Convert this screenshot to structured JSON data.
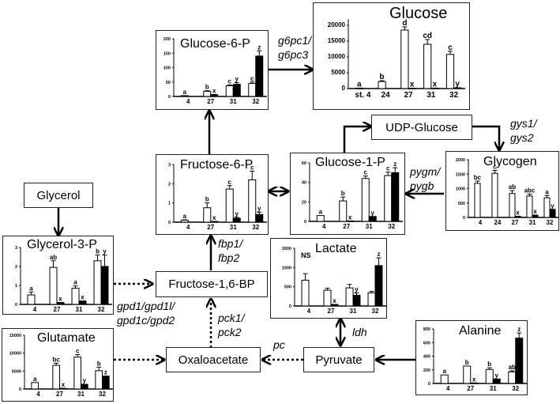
{
  "nodes": {
    "glycerol": "Glycerol",
    "udp_glucose": "UDP-Glucose",
    "fructose_16_bp": "Fructose-1,6-BP",
    "oxaloacetate": "Oxaloacetate",
    "pyruvate": "Pyruvate"
  },
  "enzymes": {
    "g6pc": [
      "g6pc1/",
      "g6pc3"
    ],
    "gys": [
      "gys1/",
      "gys2"
    ],
    "pyg": [
      "pygm/",
      "pygb"
    ],
    "fbp": [
      "fbp1/",
      "fbp2"
    ],
    "gpd": [
      "gpd1/gpd1l/",
      "gpd1c/gpd2"
    ],
    "pck": [
      "pck1/",
      "pck2"
    ],
    "pc": "pc",
    "ldh": "ldh"
  },
  "chart_data": [
    {
      "id": "glucose",
      "type": "bar",
      "title": "Glucose",
      "categories": [
        "st. 4",
        "24",
        "27",
        "31",
        "32"
      ],
      "ylim": [
        0,
        22000
      ],
      "yticks": [
        0,
        5000,
        10000,
        15000,
        20000
      ],
      "series": [
        {
          "name": "white",
          "values": [
            150,
            2200,
            18500,
            14000,
            10800
          ],
          "errors": [
            0,
            300,
            1000,
            1500,
            1000
          ]
        },
        {
          "name": "black",
          "values": [
            null,
            null,
            100,
            150,
            250
          ],
          "errors": [
            0,
            0,
            0,
            0,
            0
          ]
        }
      ],
      "letters_white": [
        "a",
        "b",
        "d",
        "cd",
        "c"
      ],
      "letters_black": [
        "",
        "",
        "x",
        "x",
        "y"
      ]
    },
    {
      "id": "g6p",
      "type": "bar",
      "title": "Glucose-6-P",
      "categories": [
        "4",
        "27",
        "31",
        "32"
      ],
      "ylim": [
        0,
        200
      ],
      "yticks": [
        0,
        50,
        100,
        150,
        200
      ],
      "series": [
        {
          "name": "white",
          "values": [
            3,
            18,
            37,
            45
          ],
          "errors": [
            0,
            2,
            3,
            5
          ]
        },
        {
          "name": "black",
          "values": [
            null,
            6,
            42,
            140
          ],
          "errors": [
            0,
            1,
            6,
            18
          ]
        }
      ],
      "letters_white": [
        "a",
        "b",
        "c",
        "c"
      ],
      "letters_black": [
        "",
        "x",
        "y",
        "z"
      ]
    },
    {
      "id": "f6p",
      "type": "bar",
      "title": "Fructose-6-P",
      "categories": [
        "4",
        "27",
        "31",
        "32"
      ],
      "ylim": [
        0,
        3
      ],
      "yticks": [
        0,
        1,
        2,
        3
      ],
      "series": [
        {
          "name": "white",
          "values": [
            0.1,
            0.75,
            1.72,
            2.2
          ],
          "errors": [
            0.02,
            0.25,
            0.18,
            0.45
          ]
        },
        {
          "name": "black",
          "values": [
            null,
            0.04,
            0.2,
            0.4
          ],
          "errors": [
            0,
            0,
            0.05,
            0.12
          ]
        }
      ],
      "letters_white": [
        "a",
        "b",
        "c",
        "c"
      ],
      "letters_black": [
        "",
        "x",
        "y",
        "y"
      ]
    },
    {
      "id": "g1p",
      "type": "bar",
      "title": "Glucose-1-P",
      "categories": [
        "4",
        "27",
        "31",
        "32"
      ],
      "ylim": [
        0,
        60
      ],
      "yticks": [
        0,
        20,
        40,
        60
      ],
      "series": [
        {
          "name": "white",
          "values": [
            6,
            21,
            44,
            47
          ],
          "errors": [
            0,
            4,
            2.5,
            3.5
          ]
        },
        {
          "name": "black",
          "values": [
            null,
            0.5,
            5,
            50
          ],
          "errors": [
            0,
            0,
            0,
            5
          ]
        }
      ],
      "letters_white": [
        "a",
        "b",
        "c",
        "c"
      ],
      "letters_black": [
        "",
        "x",
        "y",
        "z"
      ]
    },
    {
      "id": "glycogen",
      "type": "bar",
      "title": "Glycogen",
      "categories": [
        "4",
        "24",
        "27",
        "31",
        "32"
      ],
      "ylim": [
        0,
        2000
      ],
      "yticks": [
        0,
        500,
        1000,
        1500,
        2000
      ],
      "series": [
        {
          "name": "white",
          "values": [
            1180,
            1530,
            830,
            740,
            680
          ],
          "errors": [
            80,
            100,
            100,
            70,
            80
          ]
        },
        {
          "name": "black",
          "values": [
            null,
            null,
            40,
            80,
            280
          ],
          "errors": [
            0,
            0,
            0,
            0,
            0
          ]
        }
      ],
      "letters_white": [
        "bc",
        "c",
        "ab",
        "abc",
        "a"
      ],
      "letters_black": [
        "",
        "",
        "x",
        "x",
        "y"
      ]
    },
    {
      "id": "g3p",
      "type": "bar",
      "title": "Glycerol-3-P",
      "categories": [
        "4",
        "27",
        "31",
        "32"
      ],
      "ylim": [
        0,
        3
      ],
      "yticks": [
        0,
        1,
        2,
        3
      ],
      "series": [
        {
          "name": "white",
          "values": [
            0.5,
            1.95,
            0.85,
            2.3
          ],
          "errors": [
            0.15,
            0.35,
            0.12,
            0.3
          ]
        },
        {
          "name": "black",
          "values": [
            null,
            0.1,
            0.18,
            2.0
          ],
          "errors": [
            0,
            0,
            0,
            0.6
          ]
        }
      ],
      "letters_white": [
        "a",
        "ab",
        "a",
        "b"
      ],
      "letters_black": [
        "",
        "x",
        "x",
        "y"
      ]
    },
    {
      "id": "glutamate",
      "type": "bar",
      "title": "Glutamate",
      "categories": [
        "4",
        "27",
        "31",
        "32"
      ],
      "ylim": [
        0,
        15000
      ],
      "yticks": [
        0,
        5000,
        10000,
        15000
      ],
      "series": [
        {
          "name": "white",
          "values": [
            1800,
            6600,
            8900,
            5100
          ],
          "errors": [
            0,
            600,
            700,
            1000
          ]
        },
        {
          "name": "black",
          "values": [
            null,
            200,
            1300,
            3600
          ],
          "errors": [
            0,
            0,
            0,
            0
          ]
        }
      ],
      "letters_white": [
        "a",
        "bc",
        "c",
        "b"
      ],
      "letters_black": [
        "",
        "x",
        "y",
        "z"
      ]
    },
    {
      "id": "lactate",
      "type": "bar",
      "title": "Lactate",
      "note": "NS",
      "categories": [
        "4",
        "27",
        "31",
        "32"
      ],
      "ylim": [
        0,
        1500
      ],
      "yticks": [
        0,
        500,
        1000,
        1500
      ],
      "series": [
        {
          "name": "white",
          "values": [
            670,
            410,
            470,
            340
          ],
          "errors": [
            170,
            50,
            90,
            40
          ]
        },
        {
          "name": "black",
          "values": [
            null,
            40,
            280,
            1050
          ],
          "errors": [
            0,
            0,
            60,
            200
          ]
        }
      ],
      "letters_white": [
        "",
        "",
        "",
        ""
      ],
      "letters_black": [
        "",
        "x",
        "y",
        "z"
      ]
    },
    {
      "id": "alanine",
      "type": "bar",
      "title": "Alanine",
      "categories": [
        "4",
        "27",
        "31",
        "32"
      ],
      "ylim": [
        0,
        800
      ],
      "yticks": [
        0,
        200,
        400,
        600,
        800
      ],
      "series": [
        {
          "name": "white",
          "values": [
            125,
            255,
            205,
            170
          ],
          "errors": [
            0,
            0,
            25,
            15
          ]
        },
        {
          "name": "black",
          "values": [
            null,
            8,
            65,
            665
          ],
          "errors": [
            0,
            0,
            0,
            75
          ]
        }
      ],
      "letters_white": [
        "a",
        "b",
        "b",
        "ab"
      ],
      "letters_black": [
        "",
        "x",
        "y",
        "z"
      ]
    }
  ]
}
